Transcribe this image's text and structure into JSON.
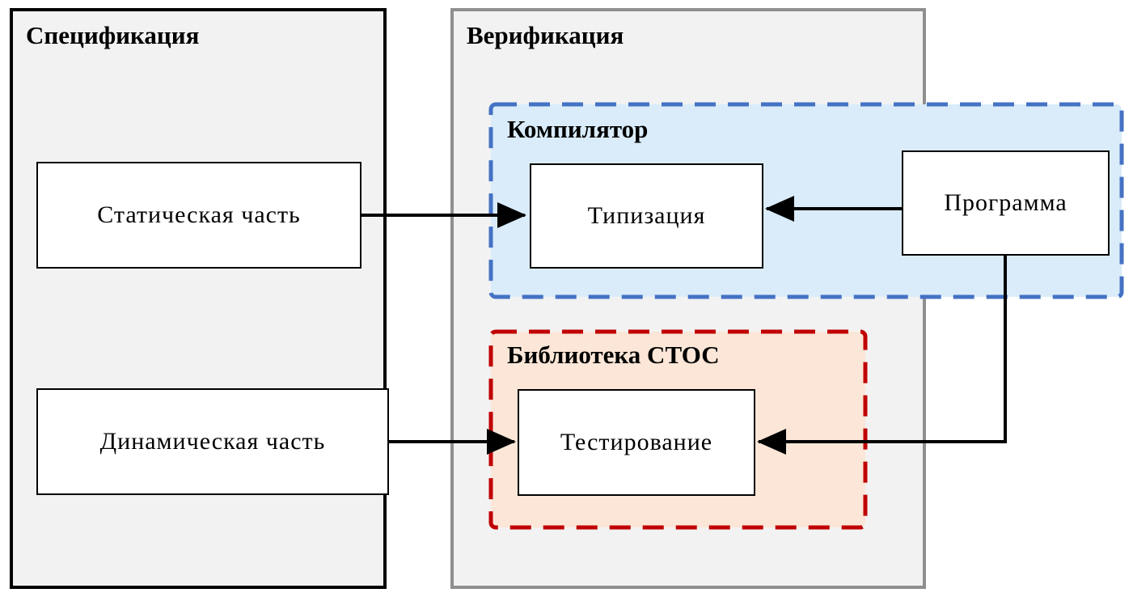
{
  "diagram": {
    "specification": {
      "title": "Спецификация",
      "boxes": {
        "static_part": "Статическая часть",
        "dynamic_part": "Динамическая часть"
      }
    },
    "verification": {
      "title": "Верификация"
    },
    "compiler": {
      "title": "Компилятор",
      "boxes": {
        "typing": "Типизация",
        "program": "Программа"
      }
    },
    "stos_library": {
      "title": "Библиотека СТОС",
      "boxes": {
        "testing": "Тестирование"
      }
    },
    "colors": {
      "spec_border": "#000000",
      "verification_border": "#8f8f8f",
      "container_fill": "#f2f2f2",
      "compiler_border": "#4472c4",
      "compiler_fill": "#daecfa",
      "stos_border": "#c00000",
      "stos_fill": "#fbe6d7",
      "box_fill": "#ffffff",
      "box_border": "#000000",
      "arrow": "#000000"
    },
    "edges": [
      {
        "from": "static_part",
        "to": "typing"
      },
      {
        "from": "program",
        "to": "typing"
      },
      {
        "from": "dynamic_part",
        "to": "testing"
      },
      {
        "from": "program",
        "to": "testing"
      }
    ]
  }
}
